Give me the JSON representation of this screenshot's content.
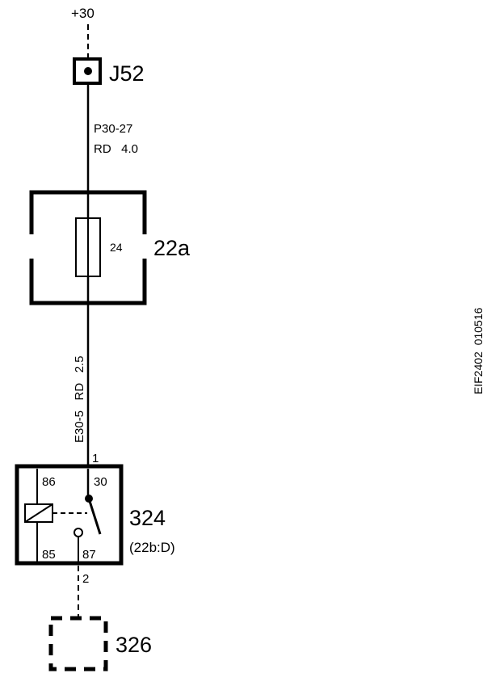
{
  "supply": {
    "label": "+30"
  },
  "connector_j52": {
    "label": "J52"
  },
  "wire_upper": {
    "code": "P30-27",
    "color_size": "RD   4.0"
  },
  "fuse_box": {
    "label": "22a",
    "fuse_number": "24"
  },
  "wire_middle": {
    "text": "E30-5   RD   2.5"
  },
  "relay": {
    "label": "324",
    "ref": "(22b:D)",
    "pin_top": "1",
    "pin_bottom": "2",
    "terminals": {
      "t86": "86",
      "t30": "30",
      "t85": "85",
      "t87": "87"
    }
  },
  "component_326": {
    "label": "326"
  },
  "drawing_id": {
    "text": "EIF2402  010516"
  }
}
